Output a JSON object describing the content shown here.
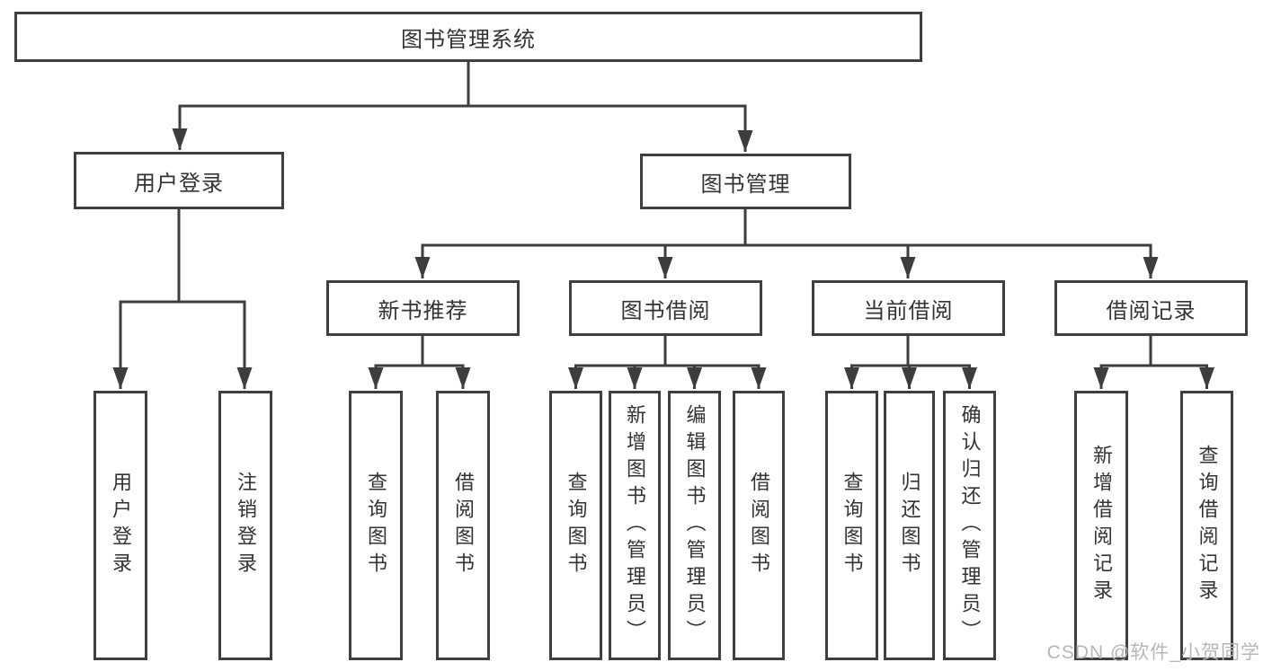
{
  "diagram_title": "图书管理系统",
  "watermark": {
    "text": "CSDN @软件_小贺同学"
  },
  "colors": {
    "background": "#ffffff",
    "box_border": "#3f3f3f",
    "connector": "#3d3d3d",
    "text": "#333333",
    "watermark": "#b4b7bb"
  },
  "tree": {
    "root": {
      "label": "图书管理系统"
    },
    "branches": [
      {
        "label": "用户登录",
        "children": [
          {
            "label": "用户登录"
          },
          {
            "label": "注销登录"
          }
        ]
      },
      {
        "label": "图书管理",
        "children": [
          {
            "label": "新书推荐",
            "children": [
              {
                "label": "查询图书"
              },
              {
                "label": "借阅图书"
              }
            ]
          },
          {
            "label": "图书借阅",
            "children": [
              {
                "label": "查询图书"
              },
              {
                "label": "新增图书（管理员）"
              },
              {
                "label": "编辑图书（管理员）"
              },
              {
                "label": "借阅图书"
              }
            ]
          },
          {
            "label": "当前借阅",
            "children": [
              {
                "label": "查询图书"
              },
              {
                "label": "归还图书"
              },
              {
                "label": "确认归还（管理员）"
              }
            ]
          },
          {
            "label": "借阅记录",
            "children": [
              {
                "label": "新增借阅记录"
              },
              {
                "label": "查询借阅记录"
              }
            ]
          }
        ]
      }
    ]
  }
}
